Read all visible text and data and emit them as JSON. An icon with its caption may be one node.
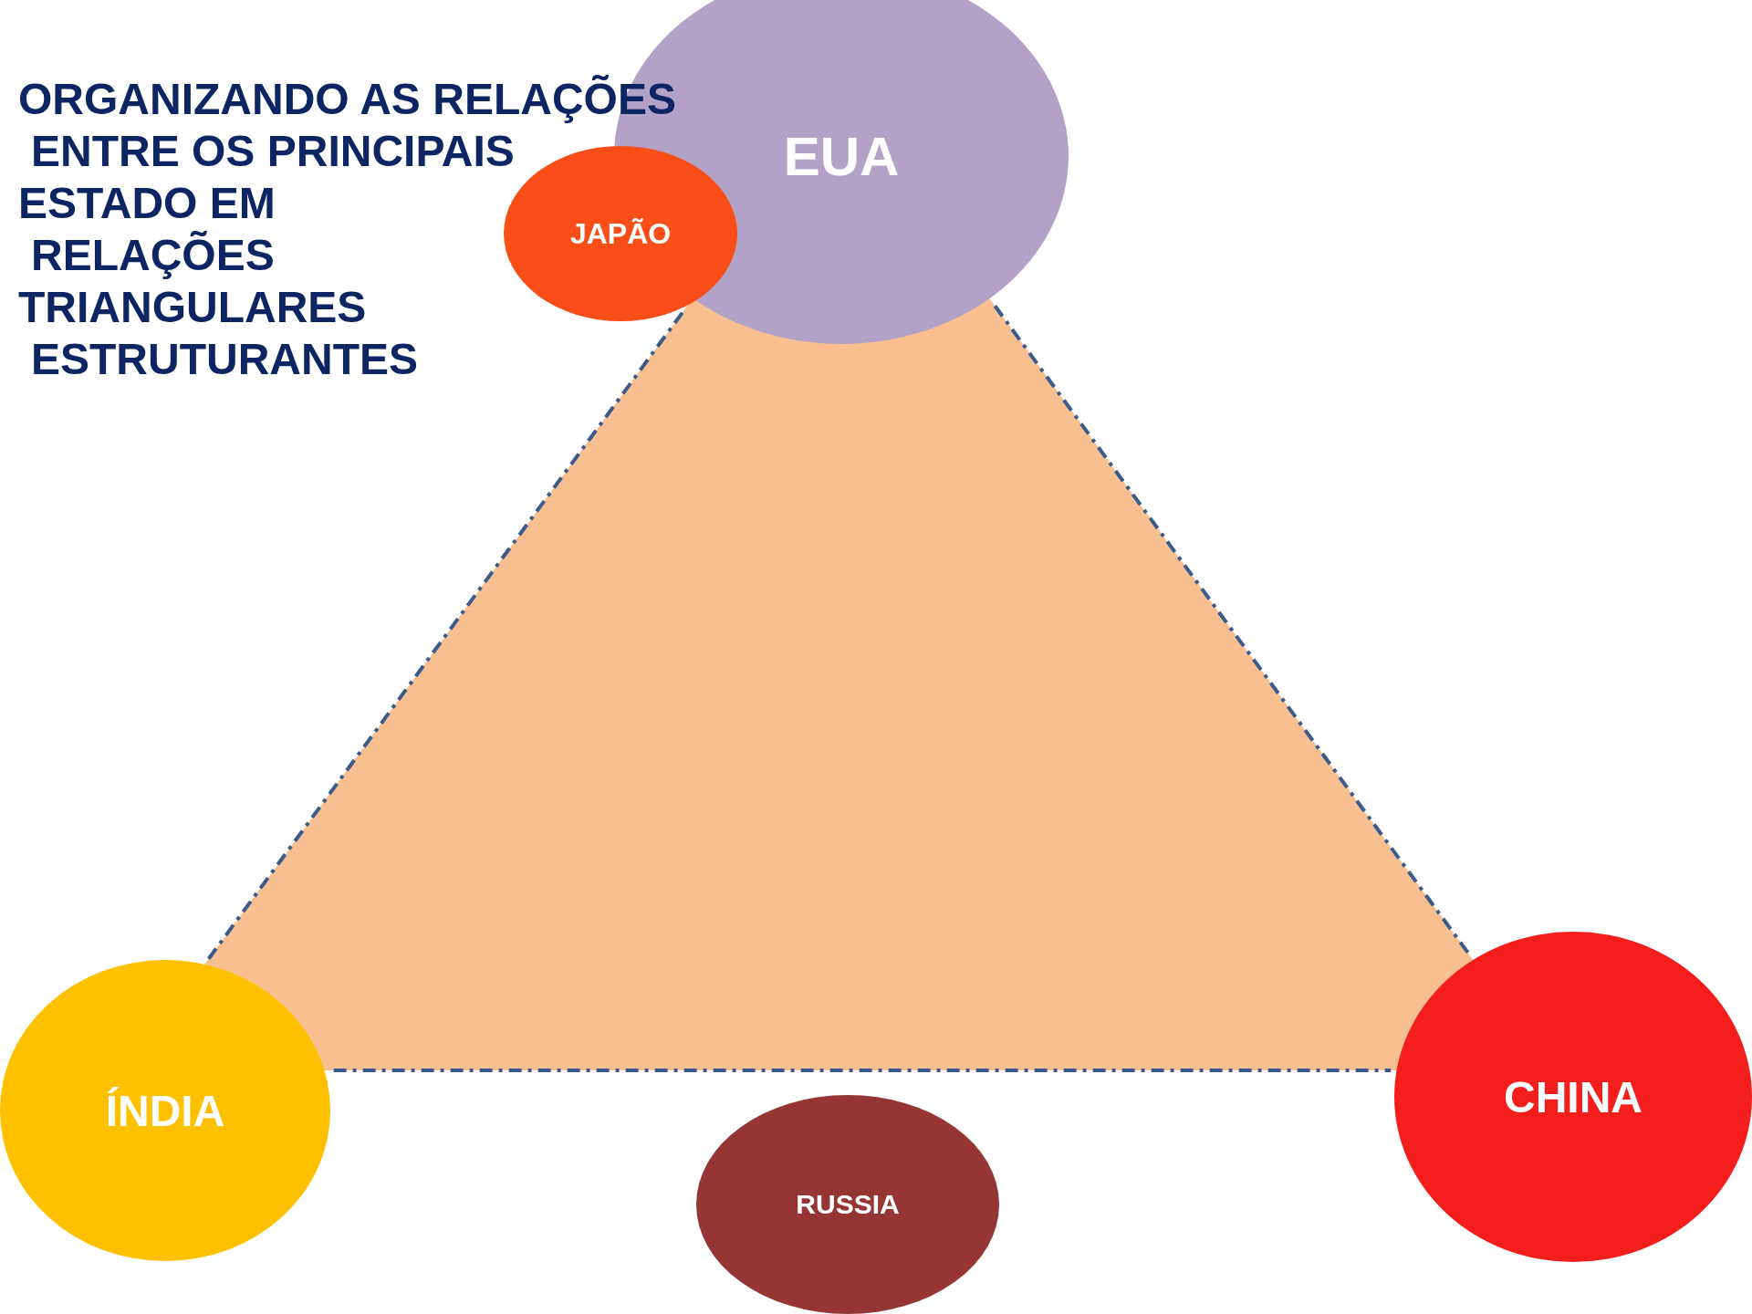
{
  "diagram": {
    "title": "ORGANIZANDO AS RELAÇÕES ENTRE OS PRINCIPAIS ESTADO EM RELAÇÕES TRIANGULARES ESTRUTURANTES",
    "nodes": [
      {
        "text": [
          "EUA"
        ]
      },
      {
        "text": [
          "JAPÃO"
        ]
      },
      {
        "text": [
          "ÍNDIA"
        ]
      },
      {
        "text": [
          "CHINA"
        ]
      },
      {
        "text": [
          "RUSSIA"
        ]
      }
    ],
    "edges": [
      {
        "from": 0,
        "to": 2,
        "arrow": "none",
        "style": "dashed"
      },
      {
        "from": 0,
        "to": 3,
        "arrow": "none",
        "style": "dashed"
      },
      {
        "from": 2,
        "to": 3,
        "arrow": "none",
        "style": "dashed"
      }
    ]
  }
}
